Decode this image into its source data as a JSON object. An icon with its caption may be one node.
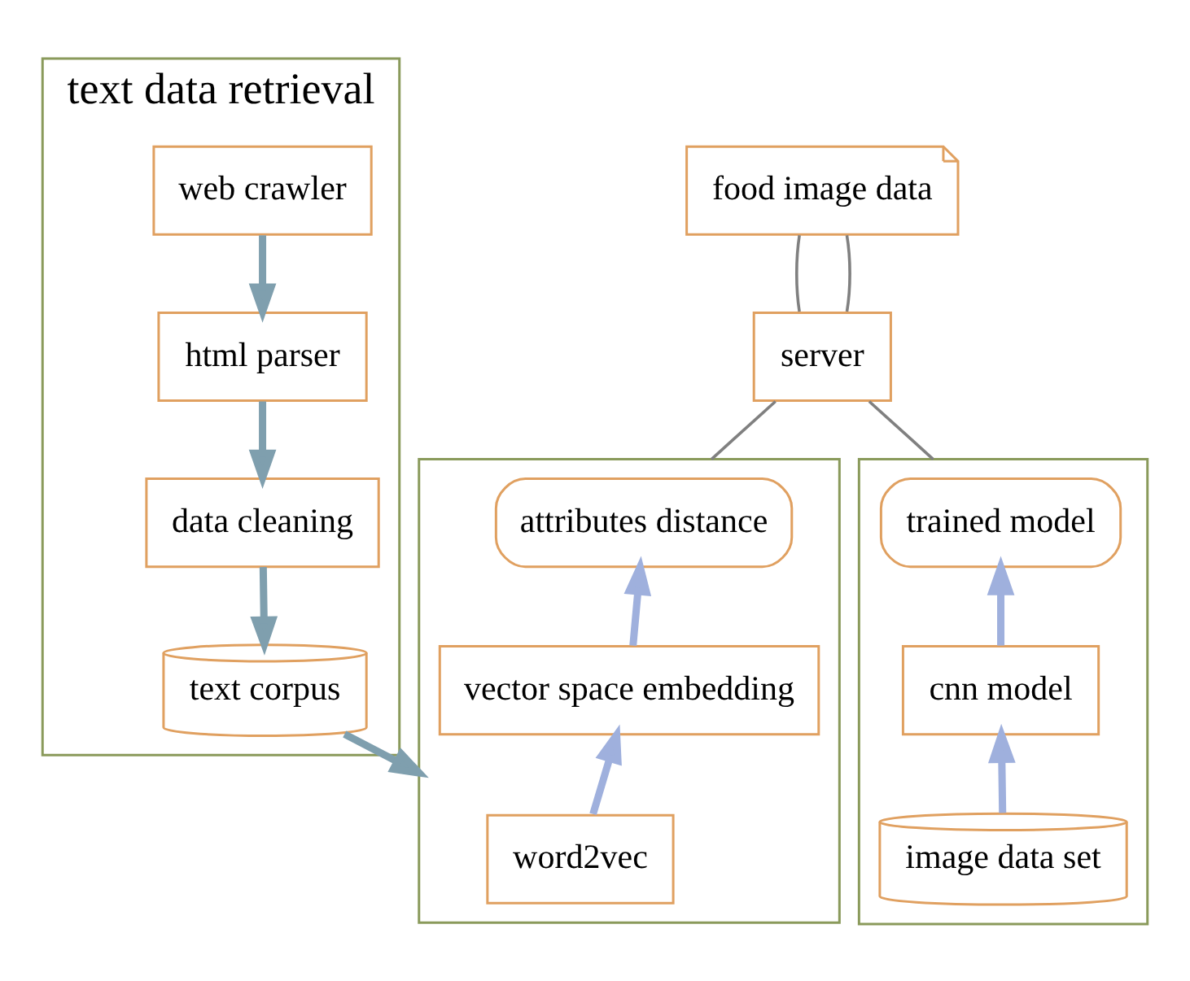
{
  "diagram": {
    "nodes": [
      {
        "text": [
          "text data retrieval"
        ]
      },
      {
        "text": [
          "web crawler"
        ],
        "in": 0
      },
      {
        "text": [
          "html parser"
        ],
        "in": 0
      },
      {
        "text": [
          "data cleaning"
        ],
        "in": 0
      },
      {
        "text": [
          "text corpus"
        ],
        "in": 0
      },
      {
        "text": [
          "food image data"
        ]
      },
      {
        "text": [
          "server"
        ]
      },
      {
        "text": [],
        "shape": "box"
      },
      {
        "text": [
          "attributes distance"
        ],
        "in": 7
      },
      {
        "text": [
          "vector space embedding"
        ],
        "in": 7
      },
      {
        "text": [
          "word2vec"
        ],
        "in": 7
      },
      {
        "text": [],
        "shape": "box"
      },
      {
        "text": [
          "trained model"
        ],
        "in": 11
      },
      {
        "text": [
          "cnn model"
        ],
        "in": 11
      },
      {
        "text": [
          "image data set"
        ],
        "in": 11
      }
    ],
    "edges": [
      {
        "from": 1,
        "to": 2,
        "arrow": "to"
      },
      {
        "from": 2,
        "to": 3,
        "arrow": "to"
      },
      {
        "from": 3,
        "to": 4,
        "arrow": "to"
      },
      {
        "from": 4,
        "to": 7,
        "arrow": "to"
      },
      {
        "from": 5,
        "to": 6,
        "arrow": "none"
      },
      {
        "from": 5,
        "to": 6,
        "arrow": "none"
      },
      {
        "from": 6,
        "to": 7,
        "arrow": "none"
      },
      {
        "from": 6,
        "to": 11,
        "arrow": "none"
      },
      {
        "from": 10,
        "to": 9,
        "arrow": "to"
      },
      {
        "from": 9,
        "to": 8,
        "arrow": "to"
      },
      {
        "from": 14,
        "to": 13,
        "arrow": "to"
      },
      {
        "from": 13,
        "to": 12,
        "arrow": "to"
      }
    ]
  }
}
